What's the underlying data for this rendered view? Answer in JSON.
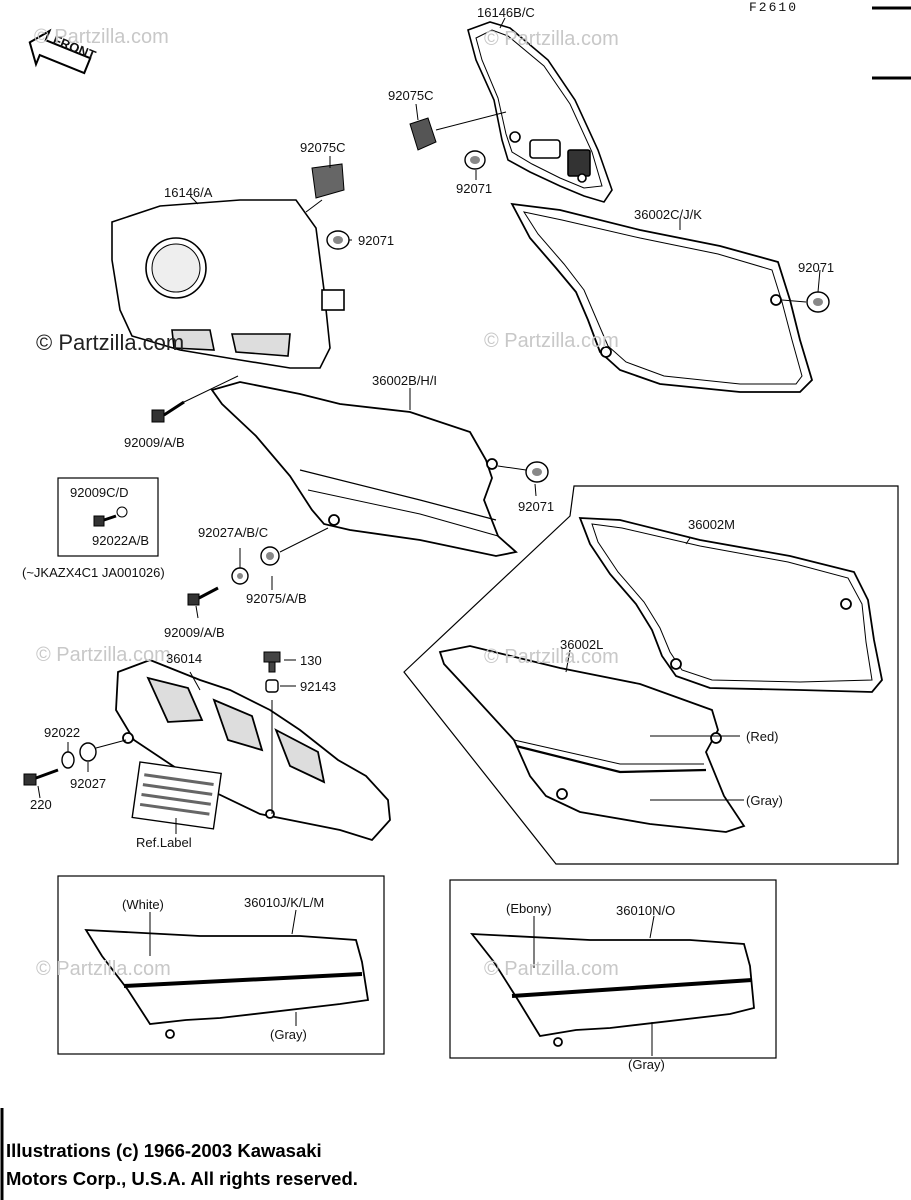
{
  "figure_code": "F2610",
  "front_label": "FRONT",
  "watermark": "© Partzilla.com",
  "parts": {
    "p16146bc": "16146B/C",
    "p92075c_top": "92075C",
    "p92071_top": "92071",
    "p92075c_left": "92075C",
    "p16146a": "16146/A",
    "p92071_left": "92071",
    "p36002cjk": "36002C/J/K",
    "p92071_right": "92071",
    "p36002bhi": "36002B/H/I",
    "p92009ab_1": "92009/A/B",
    "p92009cd": "92009C/D",
    "p92022ab": "92022A/B",
    "serial_note": "(~JKAZX4C1 JA001026)",
    "p92071_mid": "92071",
    "p92027abc": "92027A/B/C",
    "p92075ab": "92075/A/B",
    "p92009ab_2": "92009/A/B",
    "p36002m": "36002M",
    "p36002l": "36002L",
    "p36014": "36014",
    "p130": "130",
    "p92143": "92143",
    "p92022": "92022",
    "p92027": "92027",
    "p220": "220",
    "ref_label": "Ref.Label",
    "red": "(Red)",
    "gray_1": "(Gray)",
    "white": "(White)",
    "p36010jklm": "36010J/K/L/M",
    "gray_2": "(Gray)",
    "ebony": "(Ebony)",
    "p36010no": "36010N/O",
    "gray_3": "(Gray)"
  },
  "copyright": {
    "line1": "Illustrations (c) 1966-2003 Kawasaki",
    "line2": "Motors Corp., U.S.A.  All rights reserved."
  }
}
